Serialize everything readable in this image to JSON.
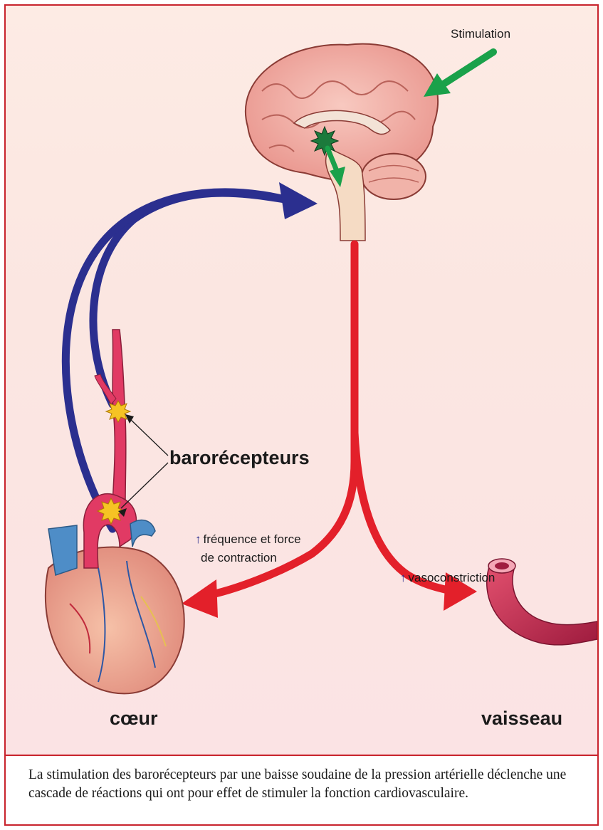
{
  "diagram": {
    "stimulation_label": "Stimulation",
    "baroreceptors_label": "barorécepteurs",
    "heart_effect_line1": "fréquence et force",
    "heart_effect_line2": "de contraction",
    "vessel_effect_label": "vasoconstriction",
    "increase_icon": "up-arrow-icon",
    "heart_label": "cœur",
    "vessel_label": "vaisseau"
  },
  "caption": "La stimulation des barorécepteurs par une baisse soudaine de la pression artérielle déclenche une cascade de réactions qui ont pour effet de stimuler la fonction cardiovasculaire.",
  "colors": {
    "border": "#c8232c",
    "afferent_pathway": "#2b2f8f",
    "efferent_pathway": "#e3202a",
    "stimulation_arrow": "#1aa14a",
    "baroreceptor": "#f6c324"
  }
}
